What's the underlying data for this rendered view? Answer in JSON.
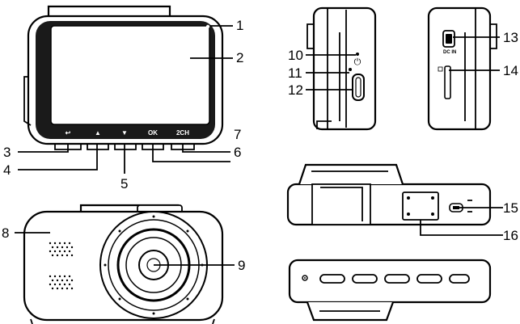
{
  "front_view": {
    "buttons": [
      {
        "name": "back",
        "label": "↩"
      },
      {
        "name": "up",
        "label": "▲"
      },
      {
        "name": "down",
        "label": "▼"
      },
      {
        "name": "ok",
        "label": "OK"
      },
      {
        "name": "2ch",
        "label": "2CH"
      }
    ]
  },
  "side_right": {
    "dc_in_label": "DC IN"
  },
  "callouts": [
    "1",
    "2",
    "3",
    "4",
    "5",
    "6",
    "7",
    "8",
    "9",
    "10",
    "11",
    "12",
    "13",
    "14",
    "15",
    "16"
  ]
}
